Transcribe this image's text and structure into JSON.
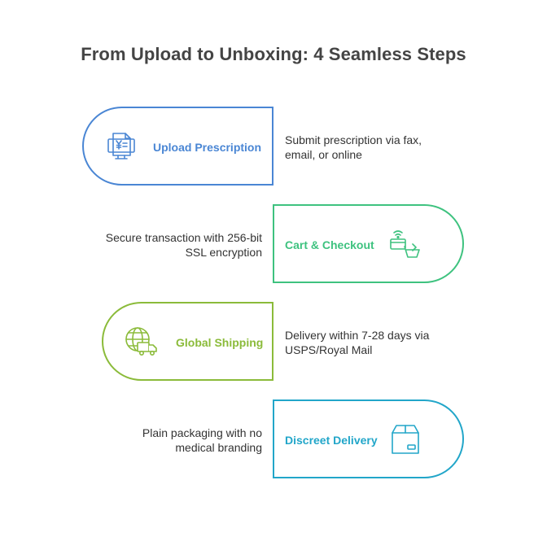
{
  "title": "From Upload to Unboxing: 4 Seamless Steps",
  "colors": {
    "blue": "#4a86d4",
    "green": "#3ec27f",
    "lime": "#8bbb3a",
    "cyan": "#22a6c9"
  },
  "steps": [
    {
      "label": "Upload Prescription",
      "icon": "prescription-document-icon",
      "desc_line1": "Submit prescription via fax,",
      "desc_line2": "email, or online"
    },
    {
      "label": "Cart & Checkout",
      "icon": "card-cart-icon",
      "desc_line1": "Secure transaction with 256-bit",
      "desc_line2": "SSL encryption"
    },
    {
      "label": "Global Shipping",
      "icon": "globe-truck-icon",
      "desc_line1": "Delivery within 7-28 days via",
      "desc_line2": "USPS/Royal Mail"
    },
    {
      "label": "Discreet Delivery",
      "icon": "package-box-icon",
      "desc_line1": "Plain packaging with no",
      "desc_line2": "medical branding"
    }
  ]
}
